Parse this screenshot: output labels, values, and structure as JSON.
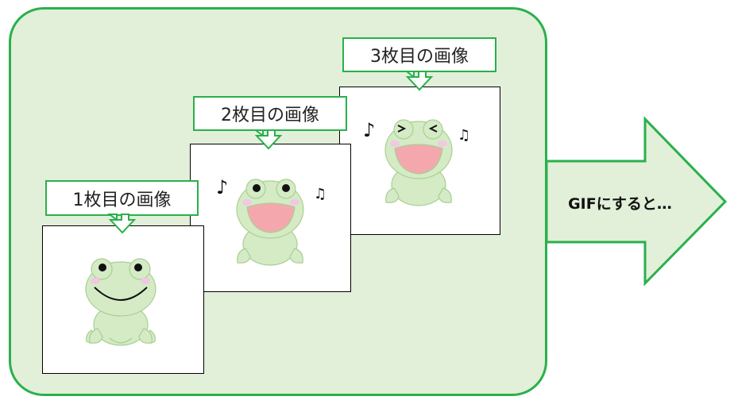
{
  "frames": [
    {
      "label": "1枚目の画像",
      "pose": "smile"
    },
    {
      "label": "2枚目の画像",
      "pose": "sing",
      "notes": [
        "♪",
        "♫"
      ]
    },
    {
      "label": "3枚目の画像",
      "pose": "sing-eyes-closed",
      "notes": [
        "♪",
        "♫"
      ]
    }
  ],
  "arrow": {
    "label": "GIFにすると…"
  },
  "colors": {
    "panel_fill": "#e2efd9",
    "accent": "#2ab04c",
    "frog_body": "#d4ebc5",
    "frog_outline": "#a9cf94",
    "mouth": "#f4a8ae",
    "cheek": "#f3c7e3"
  }
}
